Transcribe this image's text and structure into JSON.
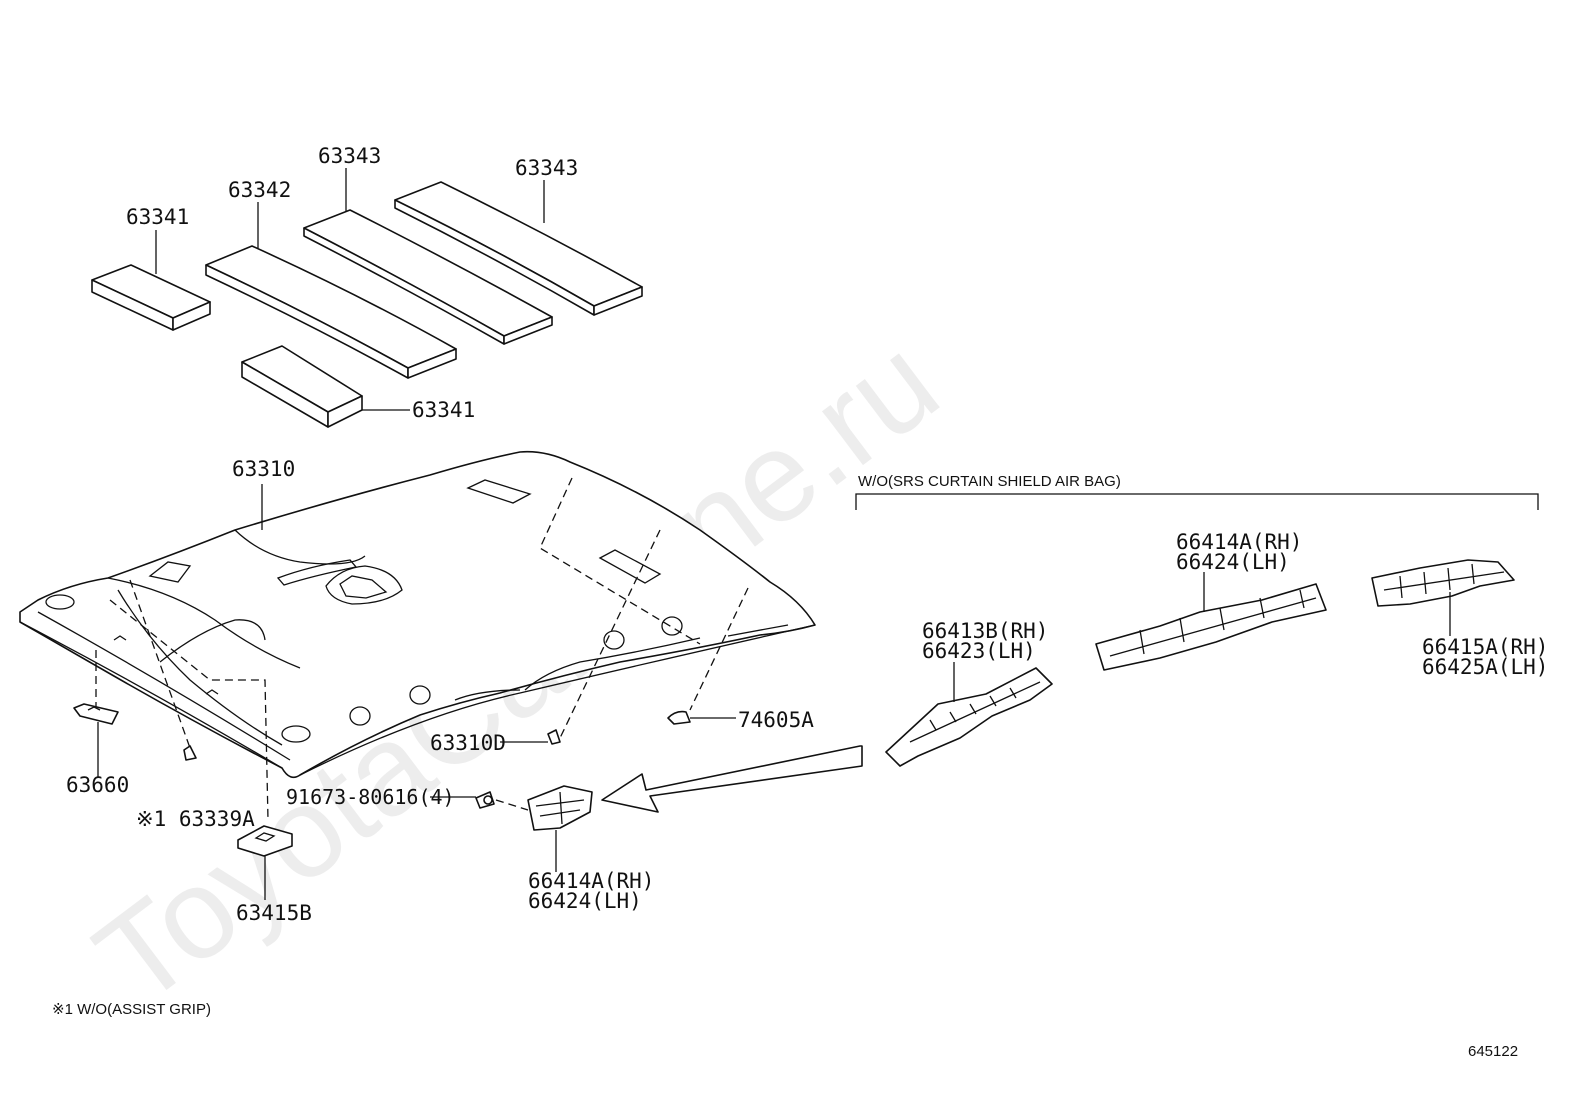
{
  "watermark": "ToyotaCarMine.ru",
  "group_caption": "W/O(SRS CURTAIN SHIELD AIR BAG)",
  "footnote": "※1 W/O(ASSIST GRIP)",
  "diagram_code": "645122",
  "labels": {
    "p63341_top": "63341",
    "p63342": "63342",
    "p63343_a": "63343",
    "p63343_b": "63343",
    "p63341_bottom": "63341",
    "p63310": "63310",
    "p63660": "63660",
    "p63339A": "※1 63339A",
    "p63415B": "63415B",
    "p63310D": "63310D",
    "p74605A": "74605A",
    "p91673": "91673-80616(4)",
    "p66414A_rh_bottom": "66414A(RH)",
    "p66424_lh_bottom": "66424(LH)",
    "p66413B_rh": "66413B(RH)",
    "p66423_lh": "66423(LH)",
    "p66414A_rh_top": "66414A(RH)",
    "p66424_lh_top": "66424(LH)",
    "p66415A_rh": "66415A(RH)",
    "p66425A_lh": "66425A(LH)"
  }
}
